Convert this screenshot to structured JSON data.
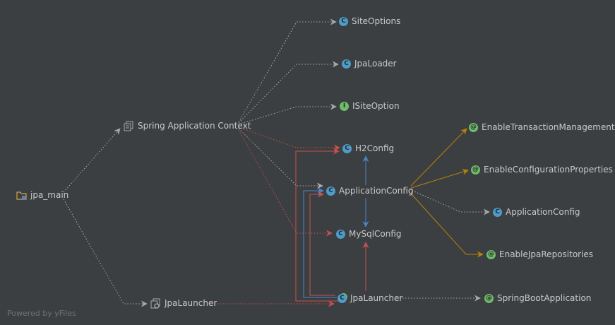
{
  "colors": {
    "background": "#3c3f41",
    "text": "#c9c9c9",
    "dotted_edge": "#a9a9a9",
    "red_edge": "#c9504e",
    "blue_edge": "#4a85c9",
    "orange_edge": "#b8810e",
    "class_badge": "#4d9cc9",
    "annotation_badge": "#6ebd6a"
  },
  "nodes": {
    "jpa_main": {
      "label": "jpa_main",
      "icon": "module-folder-icon"
    },
    "spring_context": {
      "label": "Spring Application Context",
      "icon": "spring-context-icon"
    },
    "jpa_launcher_left": {
      "label": "JpaLauncher",
      "icon": "launcher-icon"
    },
    "site_options": {
      "label": "SiteOptions",
      "badge": "C"
    },
    "jpa_loader": {
      "label": "JpaLoader",
      "badge": "C"
    },
    "isite_option": {
      "label": "ISiteOption",
      "badge": "I"
    },
    "h2_config": {
      "label": "H2Config",
      "badge": "C"
    },
    "application_config": {
      "label": "ApplicationConfig",
      "badge": "C"
    },
    "mysql_config": {
      "label": "MySqlConfig",
      "badge": "C"
    },
    "jpa_launcher": {
      "label": "JpaLauncher",
      "badge": "C"
    },
    "enable_tx": {
      "label": "EnableTransactionManagement",
      "badge": "@"
    },
    "enable_config_props": {
      "label": "EnableConfigurationProperties",
      "badge": "@"
    },
    "application_config_right": {
      "label": "ApplicationConfig",
      "badge": "C"
    },
    "enable_jpa_repos": {
      "label": "EnableJpaRepositories",
      "badge": "@"
    },
    "spring_boot_app": {
      "label": "SpringBootApplication",
      "badge": "@"
    }
  },
  "footer": {
    "powered_by": "Powered by yFiles"
  }
}
